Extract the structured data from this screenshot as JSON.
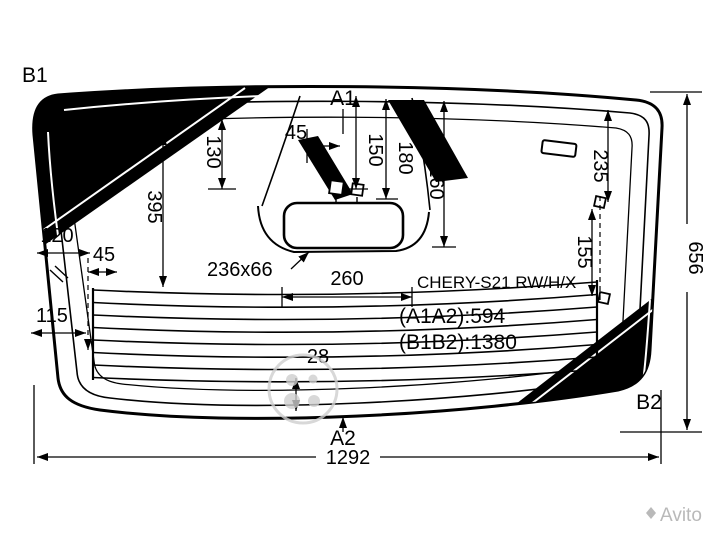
{
  "labels": {
    "b1": "B1",
    "a1": "A1",
    "a2": "A2",
    "b2": "B2"
  },
  "dims": {
    "v130": "130",
    "h45top": "45",
    "v150": "150",
    "v180": "180",
    "v260": "260",
    "v395": "395",
    "v235": "235",
    "v155": "155",
    "h120": "120",
    "h45left": "45",
    "h115": "115",
    "box": "236x66",
    "h260": "260",
    "v28": "28",
    "v656": "656",
    "h1292": "1292"
  },
  "info": {
    "model": "CHERY-S21 RW/H/X",
    "a1a2": "(A1A2):594",
    "b1b2": "(B1B2):1380"
  },
  "watermark": {
    "brand": "Avito"
  }
}
